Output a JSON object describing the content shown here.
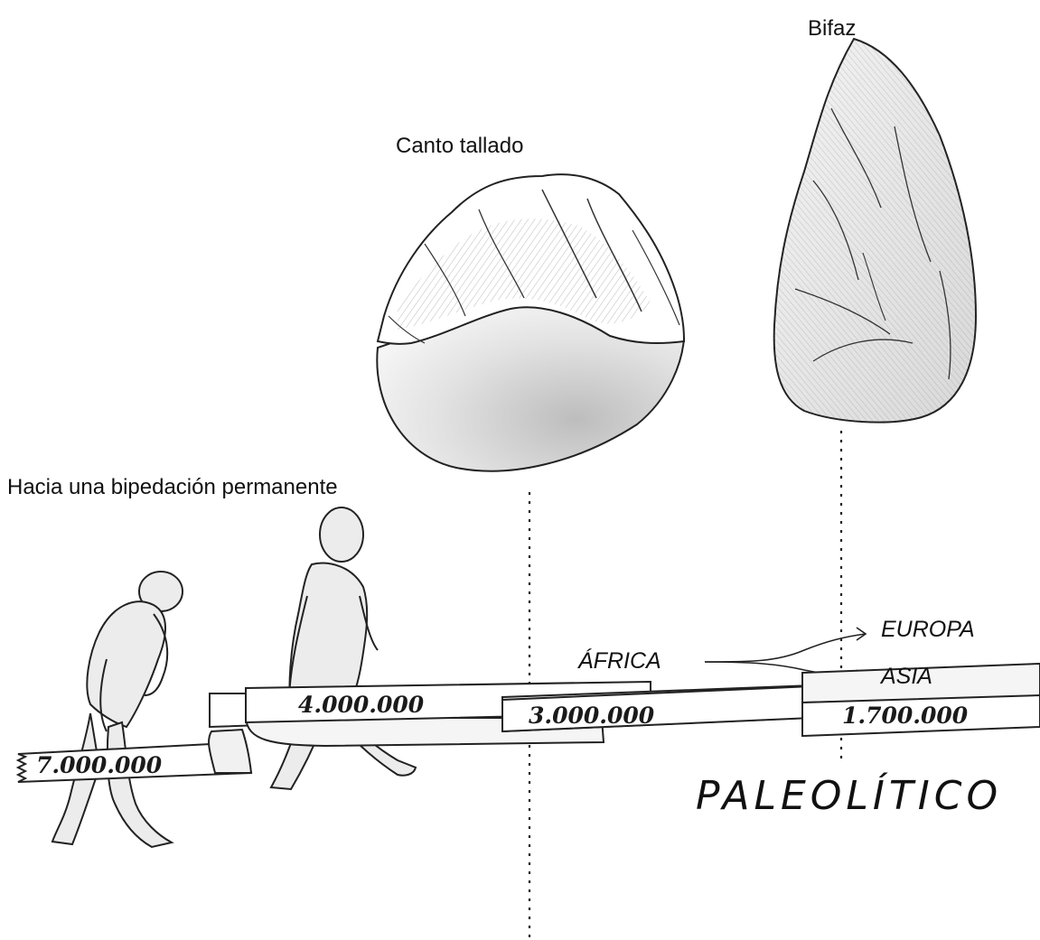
{
  "captions": {
    "bifaz": "Bifaz",
    "canto": "Canto tallado",
    "bipedacion": "Hacia una bipedación permanente"
  },
  "regions": {
    "africa": "ÁFRICA",
    "europa": "EUROPA",
    "asia": "ASIA"
  },
  "timeline": {
    "dates": [
      "7.000.000",
      "4.000.000",
      "3.000.000",
      "1.700.000"
    ],
    "period": "PALEOLÍTICO"
  },
  "colors": {
    "ink": "#111111",
    "paper": "#ffffff",
    "stone_shade": "#d6d6d6"
  }
}
